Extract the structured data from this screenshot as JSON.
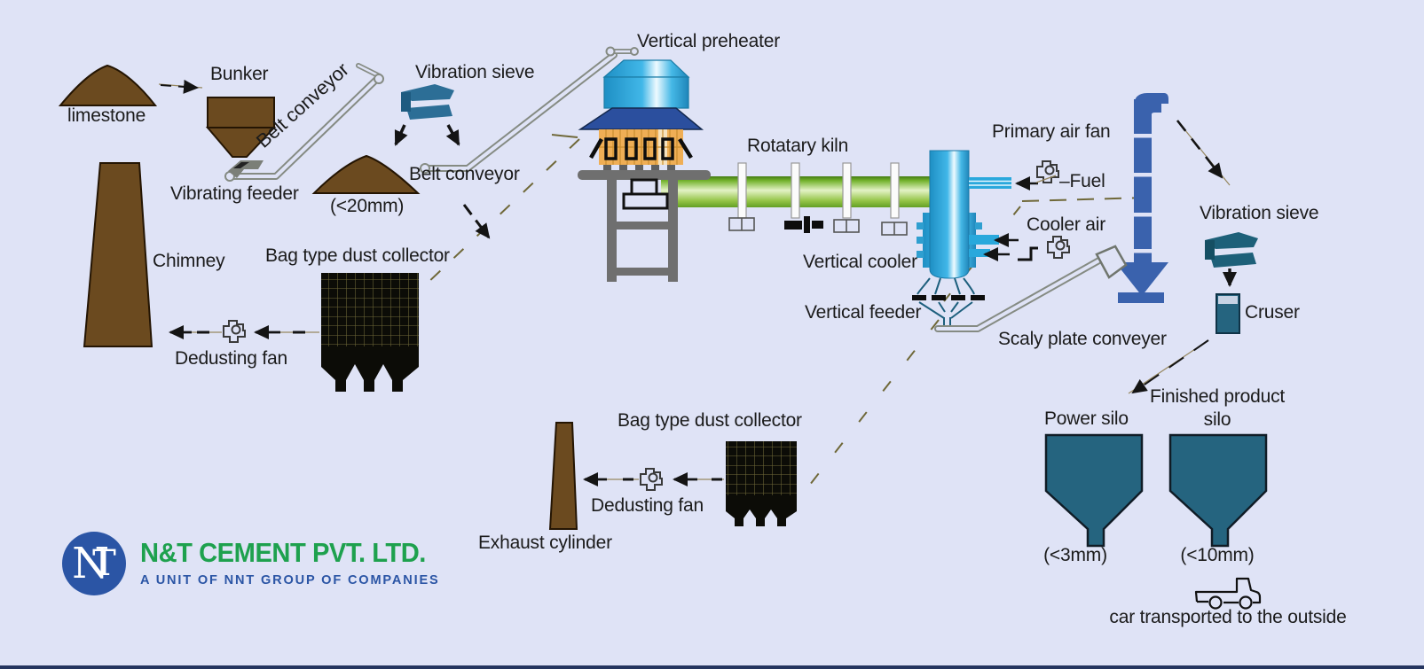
{
  "colors": {
    "bg": "#dfe3f6",
    "text": "#1b1b1b",
    "brown": "#6b4a1f",
    "silo_teal": "#25647f",
    "sieve_teal": "#2c6e96",
    "sieve_teal_dark": "#1d6079",
    "roof_blue": "#2b4f9e",
    "cyan": "#29a8dc",
    "kiln_green": "#74b32d",
    "elevator_blue": "#3a62ad",
    "olive": "#6f6838",
    "gray": "#6f6f6f",
    "logo_green": "#1ea14e",
    "logo_blue": "#2b55a5",
    "footer": "#25355f"
  },
  "labels": {
    "limestone": "limestone",
    "bunker": "Bunker",
    "belt_conveyor_1": "Belt conveyor",
    "vibrating_feeder": "Vibrating feeder",
    "vibration_sieve_left": "Vibration sieve",
    "belt_conveyor_2": "Belt conveyor",
    "pile_under_20mm": "(<20mm)",
    "vertical_preheater": "Vertical preheater",
    "rotary_kiln": "Rotatary kiln",
    "primary_air_fan": "Primary air fan",
    "fuel": "–Fuel",
    "cooler_air": "Cooler air",
    "vertical_cooler": "Vertical cooler",
    "vertical_feeder": "Vertical feeder",
    "scaly_plate_conveyer": "Scaly plate conveyer",
    "vibration_sieve_right": "Vibration sieve",
    "cruser": "Cruser",
    "power_silo": "Power silo",
    "finished_product_silo_line1": "Finished product",
    "finished_product_silo_line2": "silo",
    "power_silo_size": "(<3mm)",
    "finished_silo_size": "(<10mm)",
    "car_transport": "car transported to the outside",
    "chimney": "Chimney",
    "bag_dust_collector_1": "Bag type dust collector",
    "dedusting_fan_1": "Dedusting fan",
    "bag_dust_collector_2": "Bag type dust collector",
    "dedusting_fan_2": "Dedusting fan",
    "exhaust_cylinder": "Exhaust cylinder"
  },
  "logo": {
    "monogram_n": "N",
    "monogram_t": "T",
    "company": "N&T CEMENT PVT. LTD.",
    "tagline": "A UNIT OF NNT GROUP OF COMPANIES"
  }
}
